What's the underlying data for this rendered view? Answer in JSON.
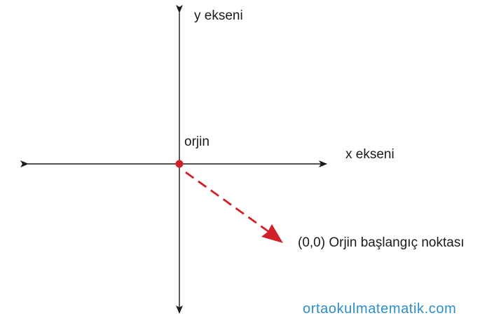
{
  "labels": {
    "y_axis": "y ekseni",
    "x_axis": "x ekseni",
    "origin": "orjin",
    "origin_description": "(0,0) Orjin başlangıç noktası"
  },
  "watermark": {
    "text": "ortaokulmatematik.com",
    "color": "#2a8fc8"
  },
  "colors": {
    "axis": "#1a1a1a",
    "origin_point": "#d0202a",
    "pointer_arrow": "#d0202a"
  }
}
